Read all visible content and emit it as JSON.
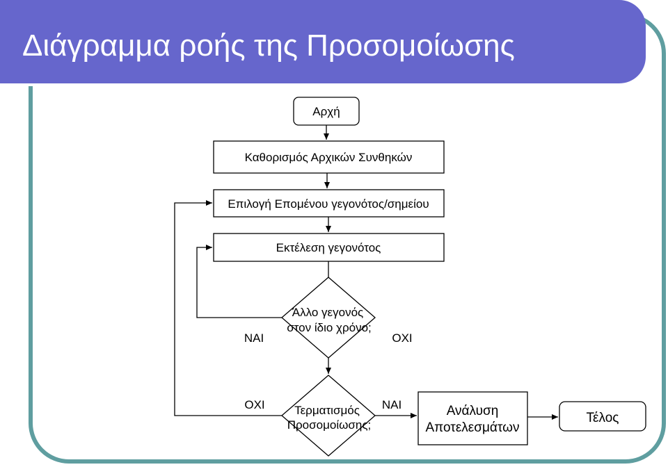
{
  "slide": {
    "title": "Διάγραμμα ροής της Προσομοίωσης"
  },
  "flowchart": {
    "start": "Αρχή",
    "init": "Καθορισμός Αρχικών Συνθηκών",
    "select_event": "Επιλογή Επομένου γεγονότος/σημείου",
    "execute_event": "Εκτέλεση γεγονότος",
    "decision_same_time": {
      "line1": "Άλλο γεγονός",
      "line2": "στον ίδιο χρόνο;",
      "yes_label": "ΝΑΙ",
      "no_label": "ΟΧΙ"
    },
    "decision_end": {
      "line1": "Τερματισμός",
      "line2": "Προσομοίωσης;",
      "no_label": "ΟΧΙ",
      "yes_label": "ΝΑΙ"
    },
    "analysis": {
      "line1": "Ανάλυση",
      "line2": "Αποτελεσμάτων"
    },
    "end": "Τέλος"
  },
  "colors": {
    "title_bar": "#6666cc",
    "frame": "#5f9ea0",
    "title_text": "#ffffff"
  }
}
